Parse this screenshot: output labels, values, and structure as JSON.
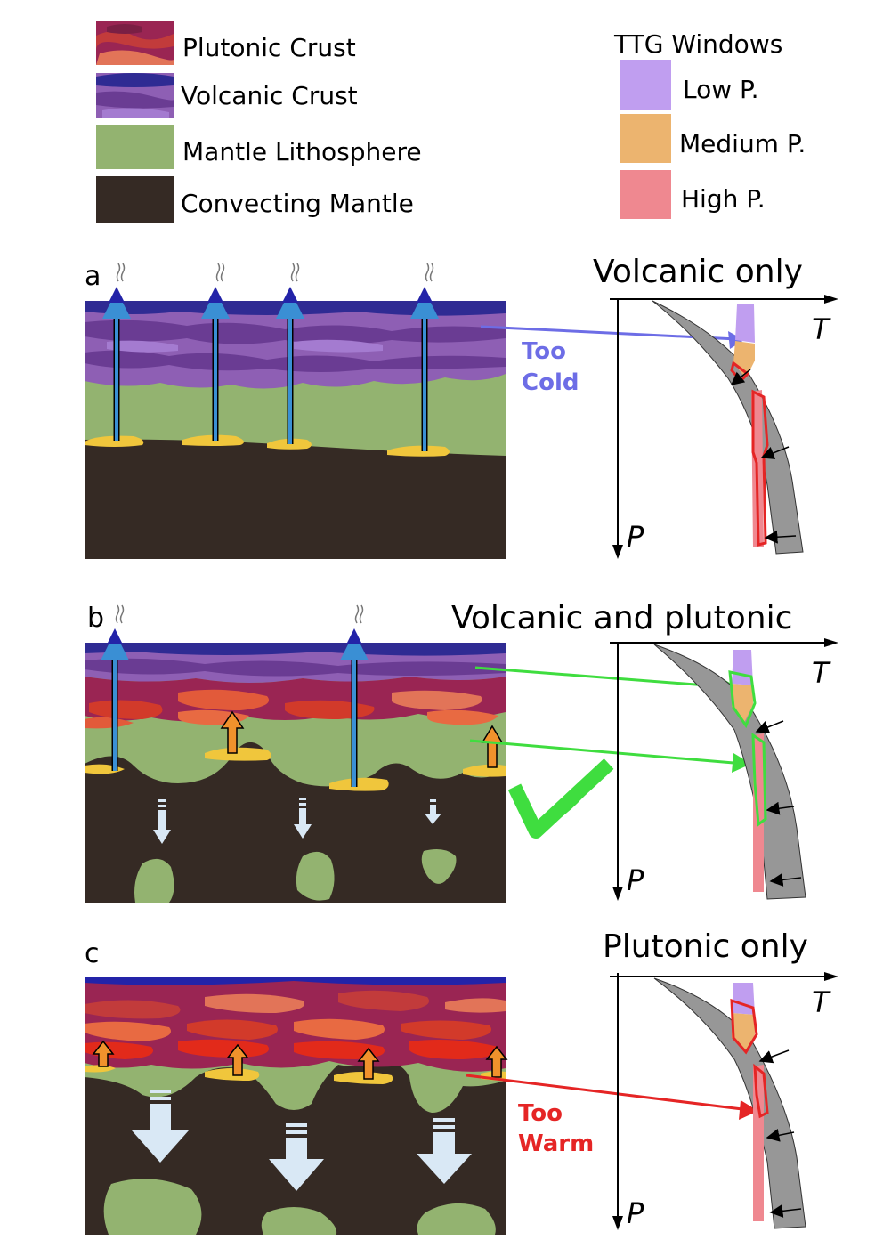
{
  "legend": {
    "plutonic": "Plutonic Crust",
    "volcanic": "Volcanic Crust",
    "lithosphere": "Mantle Lithosphere",
    "convecting": "Convecting Mantle"
  },
  "ttg": {
    "title": "TTG Windows",
    "low": "Low P.",
    "medium": "Medium P.",
    "high": "High P."
  },
  "panels": {
    "a": {
      "letter": "a",
      "title": "Volcanic only",
      "note1": "Too",
      "note2": "Cold"
    },
    "b": {
      "letter": "b",
      "title": "Volcanic and plutonic"
    },
    "c": {
      "letter": "c",
      "title": "Plutonic only",
      "note1": "Too",
      "note2": "Warm"
    }
  },
  "axes": {
    "t": "T",
    "p": "P"
  },
  "colors": {
    "plutonic": "#9a2553",
    "volcanic": "#6a3c93",
    "lithosphere": "#93b370",
    "convecting": "#352a24",
    "low": "#c09ef0",
    "medium": "#ecb46f",
    "high": "#ef8890",
    "cold_arrow": "#6d6de6",
    "good_arrow": "#3fdd3f",
    "warm_arrow": "#e52525"
  }
}
